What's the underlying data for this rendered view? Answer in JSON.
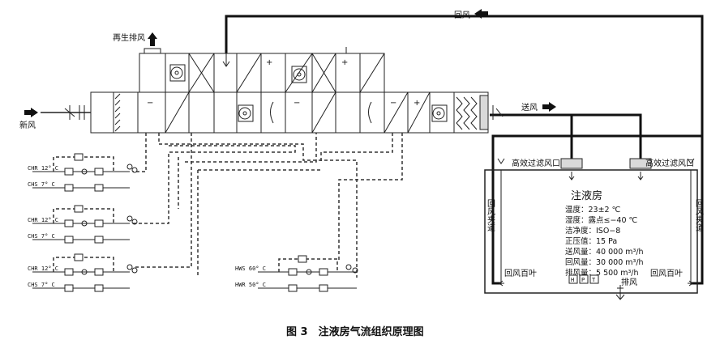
{
  "labels": {
    "return_air_top": "回风",
    "regen_exhaust": "再生排风",
    "fresh_air": "新风",
    "supply_air": "送风",
    "hepa_left": "高效过滤风口",
    "hepa_right": "高效过滤风口",
    "return_shaft_left": "回风夹道",
    "return_shaft_right": "回风夹道",
    "return_louver_left": "回风百叶",
    "return_louver_right": "回风百叶",
    "exhaust": "排风"
  },
  "room": {
    "title": "注液房",
    "specs": [
      "温度：23±2 ℃",
      "湿度：露点≤−40 ℃",
      "洁净度：ISO−8",
      "正压值：15 Pa",
      "送风量：40 000 m³/h",
      "回风量：30 000 m³/h",
      "排风量：5 500 m³/h"
    ],
    "gauges": [
      "H",
      "P",
      "T"
    ]
  },
  "pipes": {
    "cw_supply": "CHS 7° C",
    "cw_return": "CHR 12° C",
    "hw_supply": "HWS 60° C",
    "hw_return": "HWR 50° C"
  },
  "ahu": {
    "minus_sign": "−",
    "plus_sign": "+"
  },
  "caption": "图 3　注液房气流组织原理图"
}
